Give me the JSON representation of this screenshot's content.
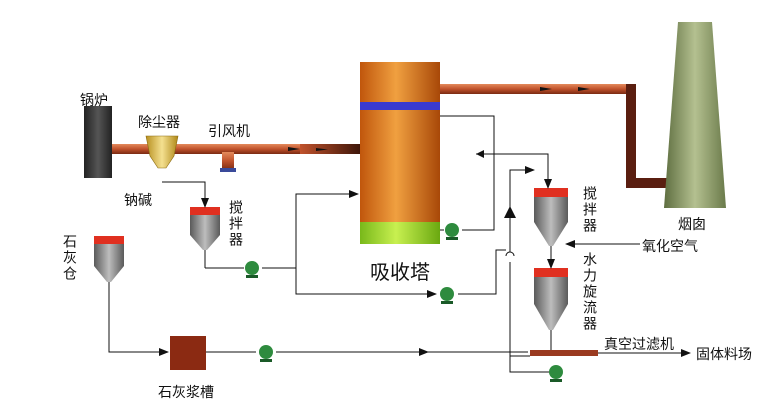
{
  "labels": {
    "boiler": "锅炉",
    "dust_collector": "除尘器",
    "induced_fan": "引风机",
    "soda": "钠碱",
    "mixer_left": "搅拌器",
    "lime_silo": "石灰仓",
    "absorber": "吸收塔",
    "lime_slurry_tank": "石灰浆槽",
    "mixer_right": "搅拌器",
    "hydrocyclone": "水力旋流器",
    "oxidation_air": "氧化空气",
    "vacuum_filter": "真空过滤机",
    "solid_yard": "固体料场",
    "chimney": "烟囱"
  },
  "colors": {
    "flue_gas_pipe": "#c0522c",
    "flue_gas_dark": "#5a1e10",
    "boiler": "#3d3d3d",
    "absorber_body": "#d9711b",
    "absorber_band": "#3a3ad0",
    "absorber_bottom": "#9bd42a",
    "chimney": "#8a9a6a",
    "vessel_top": "#e03020",
    "vessel_body": "#8c8c8c",
    "tank": "#8b2a12",
    "pump": "#2e8b3e",
    "filter_belt": "#9a3a20"
  }
}
